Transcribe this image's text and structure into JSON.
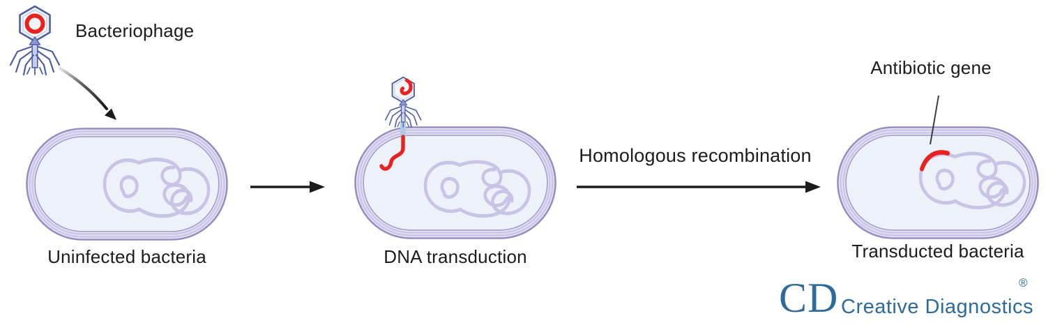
{
  "annotations": {
    "bacteriophage_label": "Bacteriophage",
    "antibiotic_gene_label": "Antibiotic gene",
    "process_label": "Homologous recombination"
  },
  "stages": [
    {
      "label": "Uninfected bacteria"
    },
    {
      "label": "DNA transduction"
    },
    {
      "label": "Transducted bacteria"
    }
  ],
  "logo": {
    "initials": "CD",
    "name": "Creative Diagnostics",
    "registered_mark": "®",
    "color": "#2c6b9a"
  },
  "colors": {
    "membrane_outline": "#968cc6",
    "membrane_band": "#cdc6e8",
    "membrane_inner_line": "#a89ed2",
    "cytoplasm": "#edf1f9",
    "dna_tangle": "#c9c3e6",
    "phage_blue": "#4d5ea6",
    "gene_red": "#e8221f",
    "arrow_black": "#1c1c1c",
    "text": "#1c1c1c"
  },
  "icons": {
    "free_phage": "bacteriophage-icon",
    "injecting_phage": "bacteriophage-injecting-icon",
    "bacterium": "bacterium-cell-icon",
    "straight_arrow": "right-arrow-icon",
    "curved_arrow": "curved-arrow-icon",
    "gene_pointer": "pointer-line-icon"
  }
}
